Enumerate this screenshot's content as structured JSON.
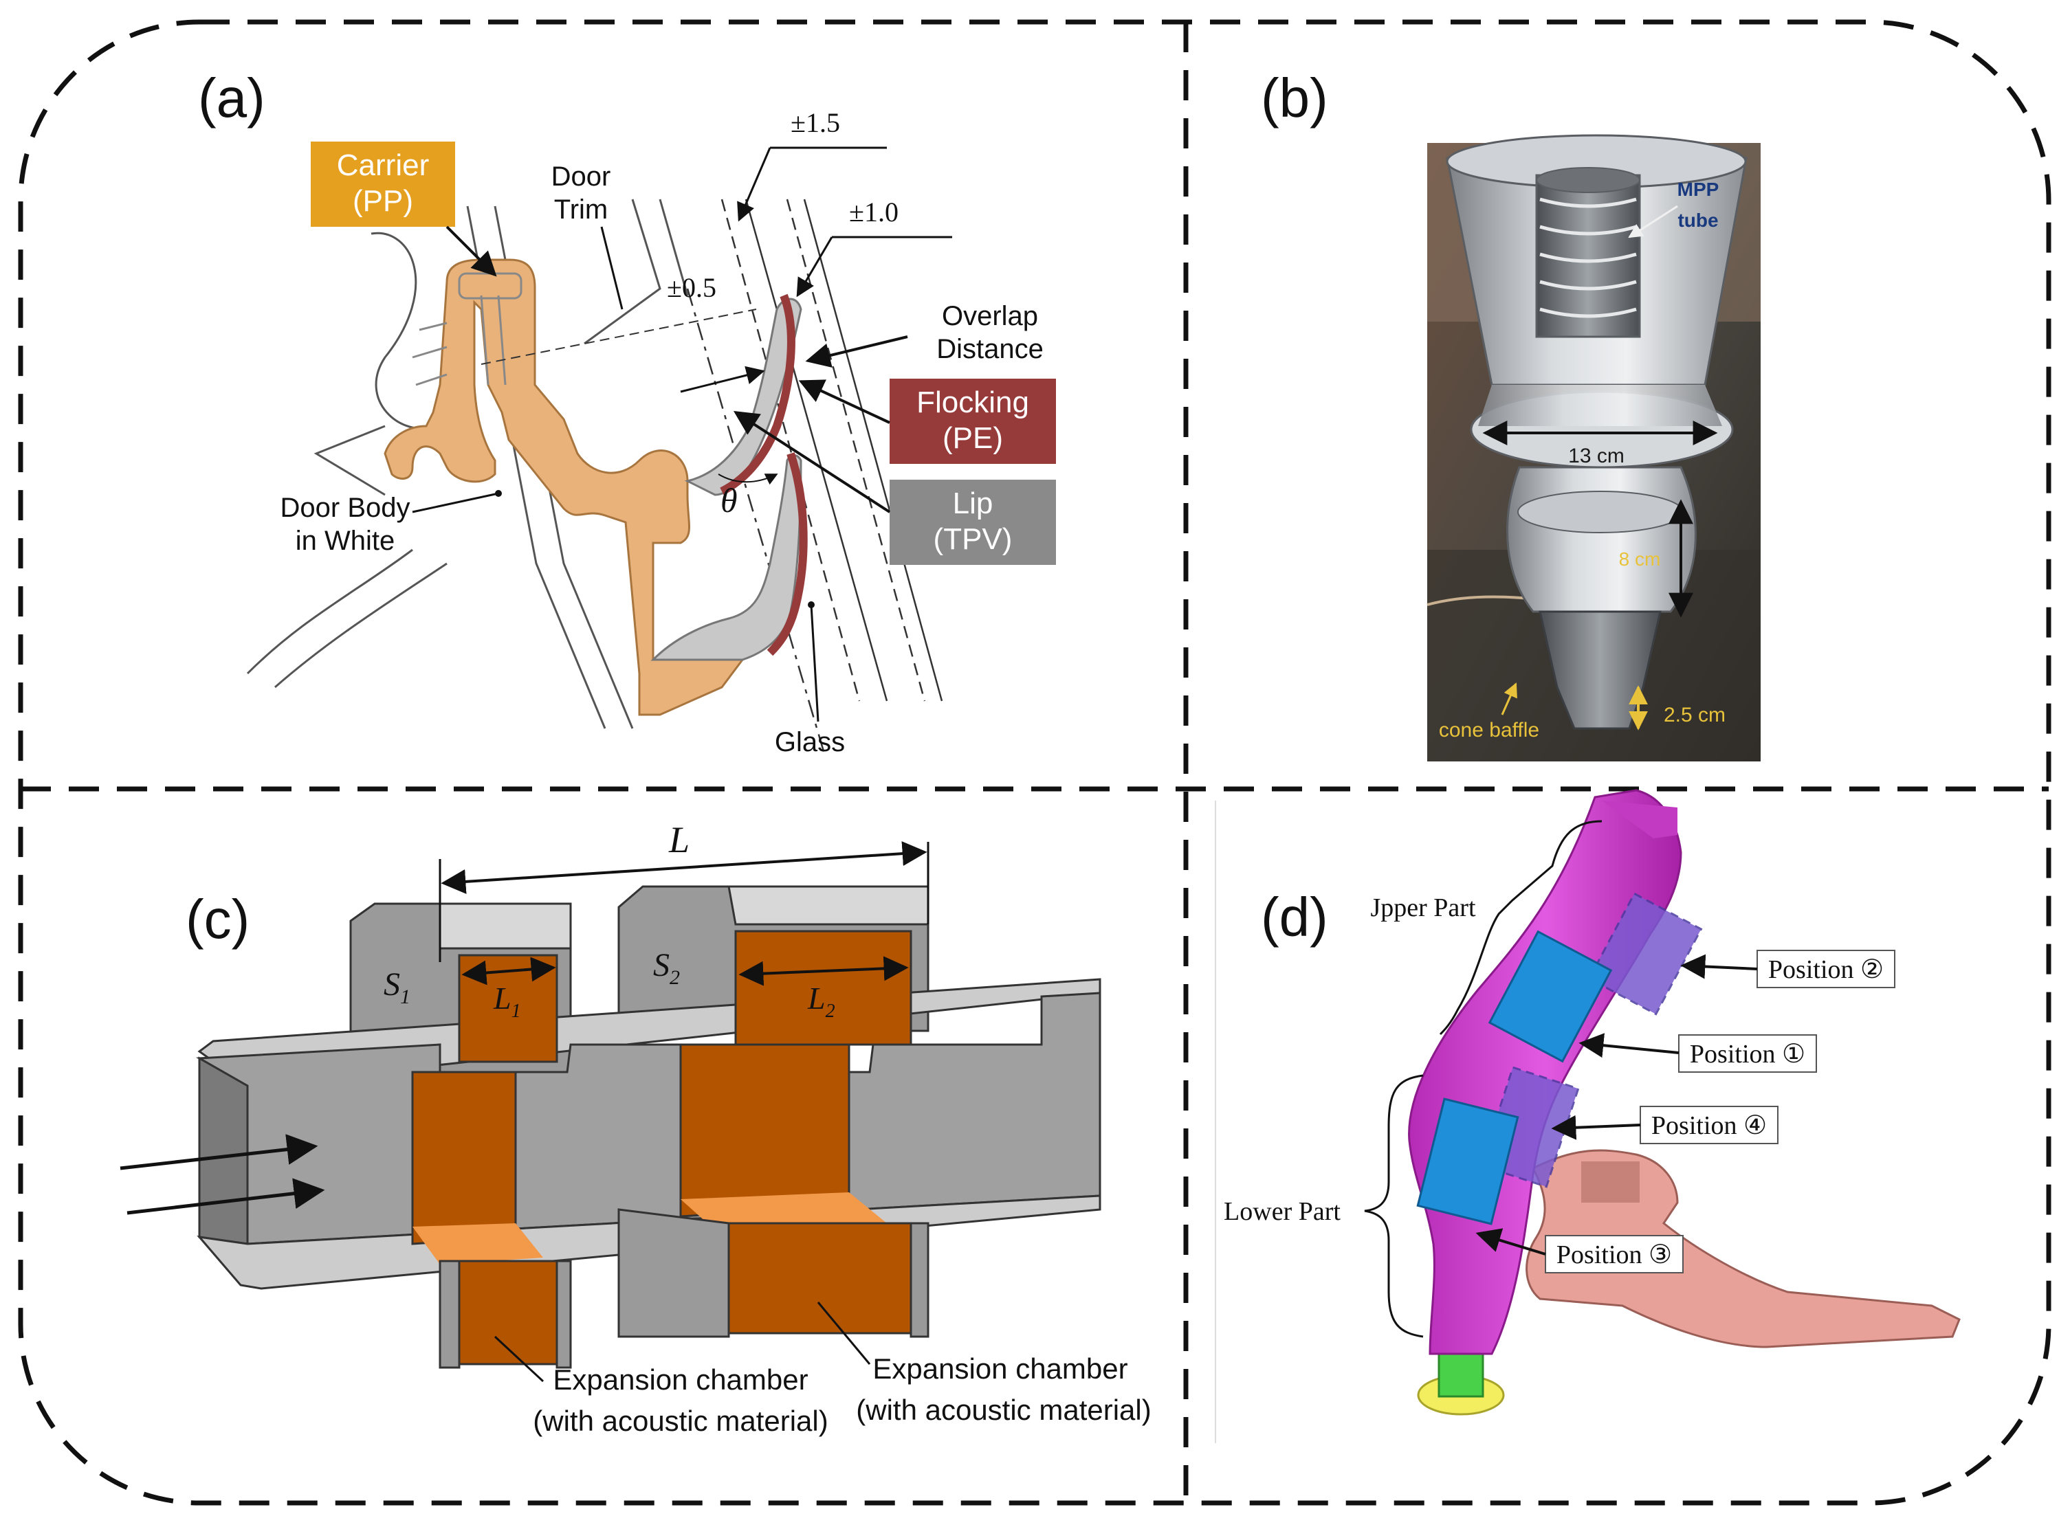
{
  "panels": {
    "a": {
      "tag": "(a)",
      "carrier": "Carrier",
      "carrier_mat": "(PP)",
      "door_trim_1": "Door",
      "door_trim_2": "Trim",
      "tol_15": "±1.5",
      "tol_10": "±1.0",
      "tol_05": "±0.5",
      "overlap_1": "Overlap",
      "overlap_2": "Distance",
      "flocking": "Flocking",
      "flocking_mat": "(PE)",
      "lip": "Lip",
      "lip_mat": "(TPV)",
      "theta": "θ",
      "door_body_1": "Door Body",
      "door_body_2": "in White",
      "glass": "Glass"
    },
    "b": {
      "tag": "(b)",
      "mpp_1": "MPP",
      "mpp_2": "tube",
      "dim_13": "13 cm",
      "dim_8": "8 cm",
      "dim_25": "2.5 cm",
      "baffle": "cone baffle"
    },
    "c": {
      "tag": "(c)",
      "L": "L",
      "S1": "S",
      "S1_sub": "1",
      "S2": "S",
      "S2_sub": "2",
      "L1": "L",
      "L1_sub": "1",
      "L2": "L",
      "L2_sub": "2",
      "exp1_1": "Expansion chamber",
      "exp1_2": "(with acoustic material)",
      "exp2_1": "Expansion chamber",
      "exp2_2": "(with acoustic material)"
    },
    "d": {
      "tag": "(d)",
      "upper": "Jpper Part",
      "lower": "Lower Part",
      "pos2": "Position ②",
      "pos1": "Position ①",
      "pos4": "Position ④",
      "pos3": "Position ③"
    }
  },
  "colors": {
    "carrier": "#e6a020",
    "carrier_body": "#e8b27a",
    "flocking": "#963a3a",
    "lip": "#8a8a8a",
    "chamber": "#b35400",
    "duct": "#9a9a9a",
    "pipe": "#d43fd4",
    "block": "#1e8fd8",
    "block_back": "#7a5ad0",
    "baffle_label": "#e8c23a",
    "mpp": "#1a3a80"
  }
}
